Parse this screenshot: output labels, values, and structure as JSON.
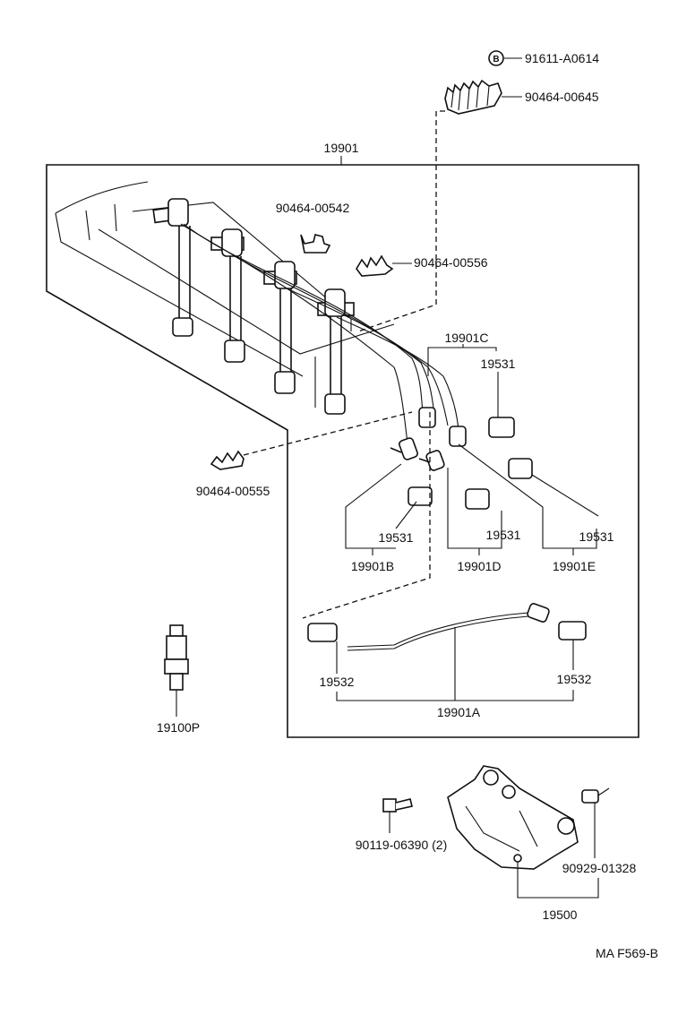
{
  "labels": {
    "bolt_91611": "91611-A0614",
    "bolt_badge": "B",
    "clamp_00645": "90464-00645",
    "cord_set": "19901",
    "clamp_00542": "90464-00542",
    "clamp_00556": "90464-00556",
    "cord_c": "19901C",
    "grommet_c": "19531",
    "clamp_00555": "90464-00555",
    "grommet_b": "19531",
    "grommet_d": "19531",
    "grommet_e": "19531",
    "cord_b": "19901B",
    "cord_d": "19901D",
    "cord_e": "19901E",
    "grommet_a_left": "19532",
    "grommet_a_right": "19532",
    "cord_a": "19901A",
    "spark_plug": "19100P",
    "screw": "90119-06390 (2)",
    "clamp_01328": "90929-01328",
    "distributor": "19500",
    "figure_code": "MA F569-B"
  }
}
